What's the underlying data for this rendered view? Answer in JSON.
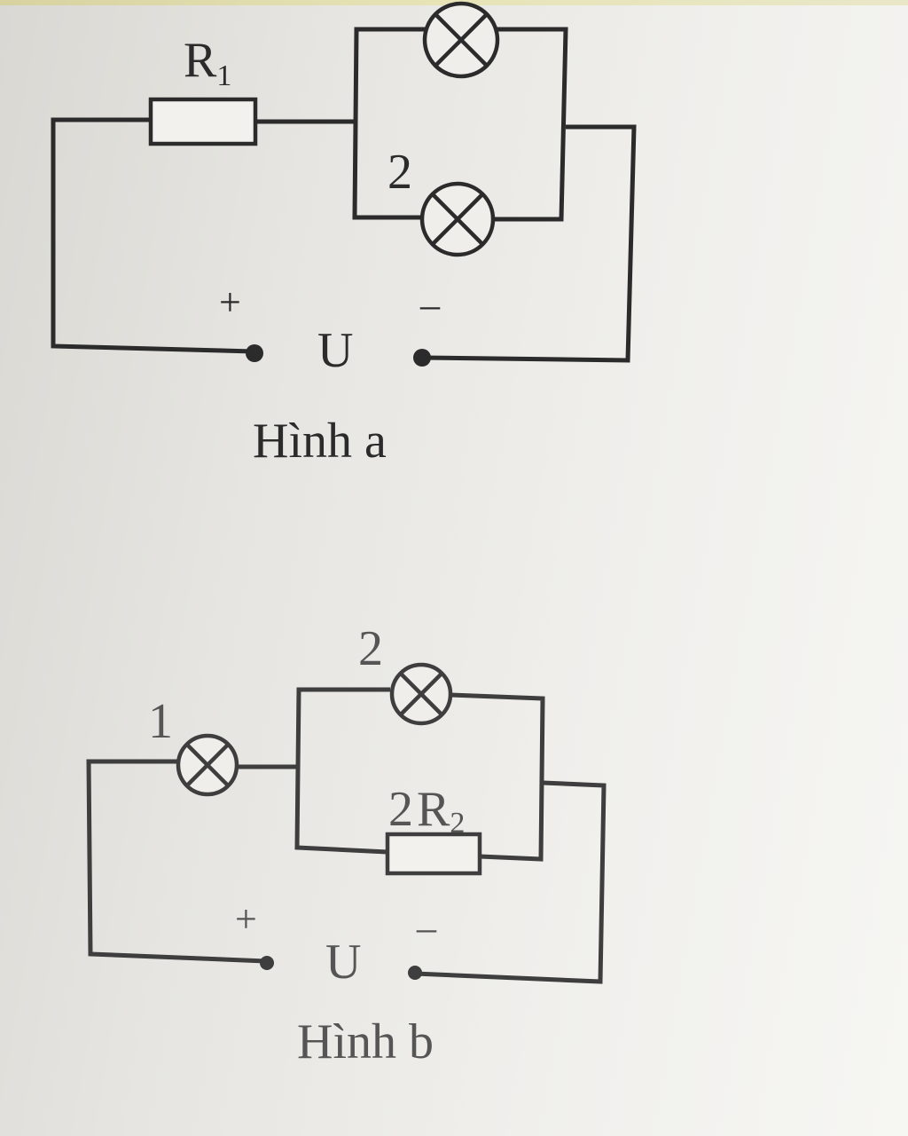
{
  "figure_a": {
    "resistor_label": "R",
    "resistor_sub": "1",
    "lamp_label": "2",
    "plus": "+",
    "minus": "–",
    "voltage": "U",
    "caption": "Hình a"
  },
  "figure_b": {
    "lamp1_label": "1",
    "lamp2_label": "2",
    "resistor_prefix": "2",
    "resistor_label": "R",
    "resistor_sub": "2",
    "plus": "+",
    "minus": "–",
    "voltage": "U",
    "caption": "Hình b"
  }
}
